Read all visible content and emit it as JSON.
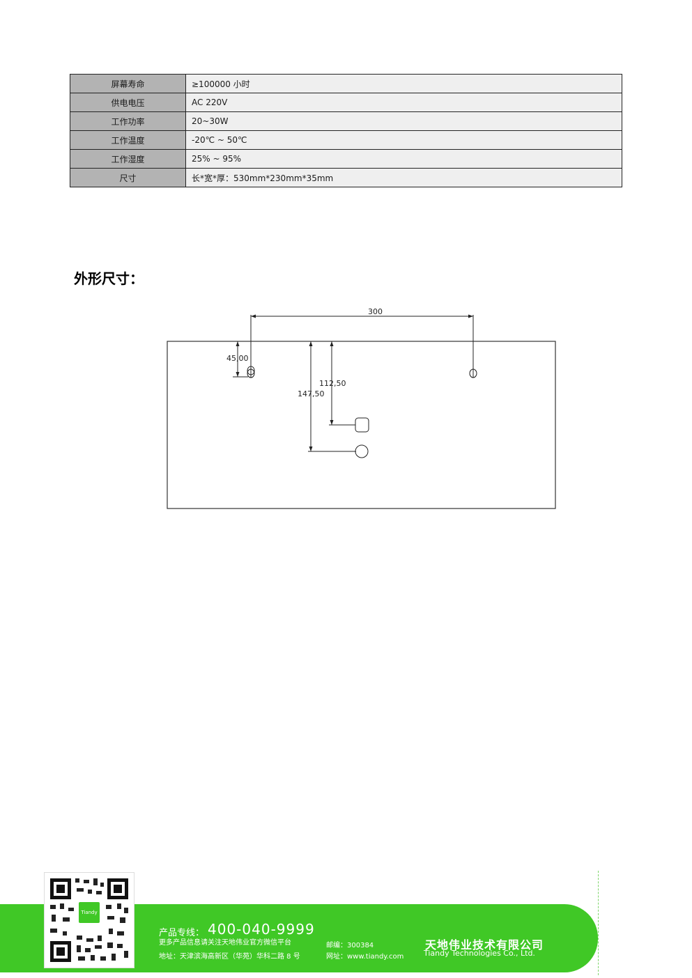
{
  "specs": [
    {
      "label": "屏幕寿命",
      "value": "≥100000 小时"
    },
    {
      "label": "供电电压",
      "value": "AC 220V"
    },
    {
      "label": "工作功率",
      "value": "20~30W"
    },
    {
      "label": "工作温度",
      "value": "-20℃ ~ 50℃"
    },
    {
      "label": "工作湿度",
      "value": "25% ~ 95%"
    },
    {
      "label": "尺寸",
      "value": "长*宽*厚：530mm*230mm*35mm"
    }
  ],
  "section": {
    "title": "外形尺寸："
  },
  "drawing": {
    "dim_width": "300",
    "dim_a": "45,00",
    "dim_b": "112,50",
    "dim_c": "147,50"
  },
  "footer": {
    "hotline_label": "产品专线：",
    "hotline_number": "400-040-9999",
    "wechat_text": "更多产品信息请关注天地伟业官方微信平台",
    "address": "地址：天津滨海高新区（华苑）华科二路 8 号",
    "postcode": "邮编：300384",
    "website": "网址：www.tiandy.com",
    "company_cn": "天地伟业技术有限公司",
    "company_en": "Tiandy Technologies Co., Ltd.",
    "qr_badge": "Tiandy"
  },
  "colors": {
    "brand_green": "#40c826",
    "label_gray": "#b3b3b3",
    "value_gray": "#efefef"
  }
}
